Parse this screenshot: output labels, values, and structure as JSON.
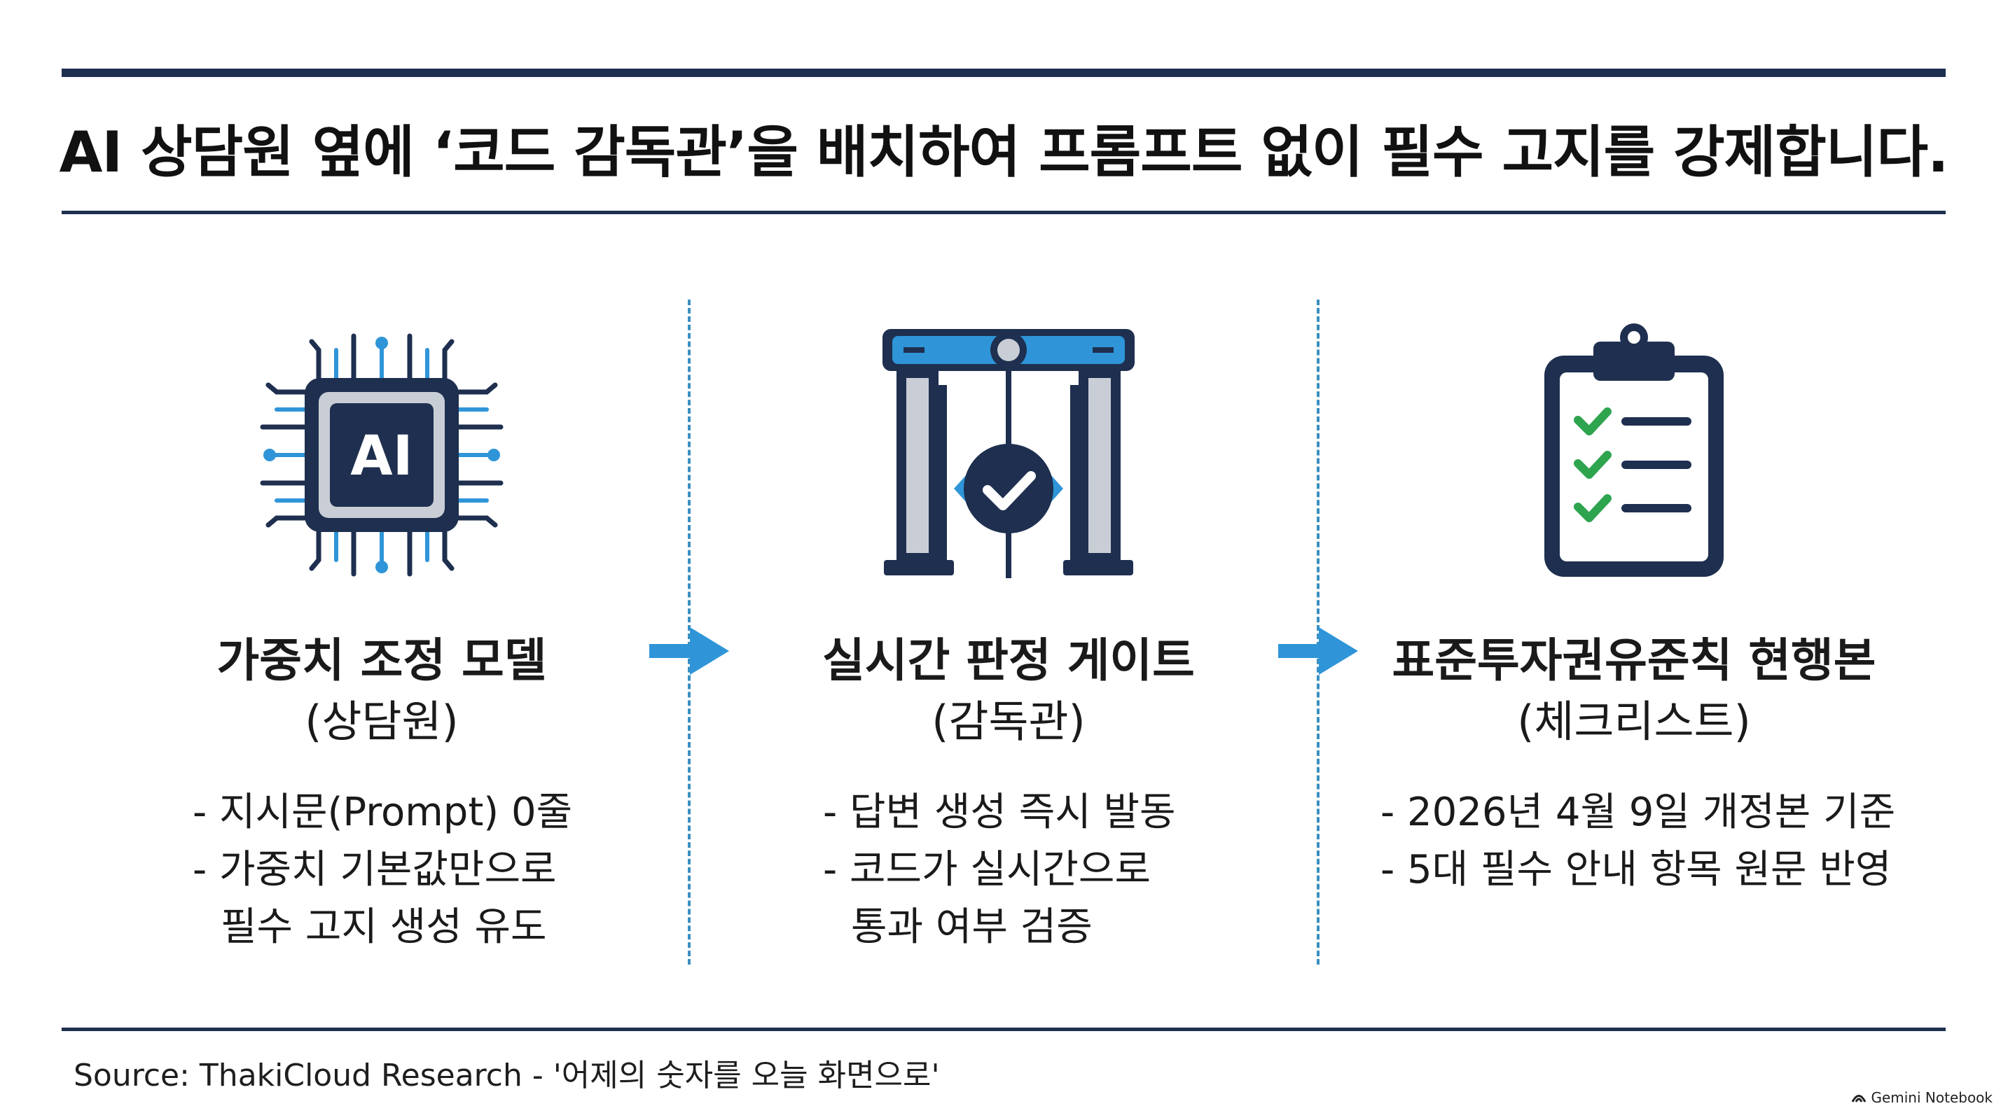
{
  "title": "AI 상담원 옆에 ‘코드 감독관’을 배치하여 프롬프트 없이 필수 고지를 강제합니다.",
  "columns": [
    {
      "title": "가중치 조정 모델",
      "subtitle": "(상담원)",
      "icon": "ai-chip-icon",
      "icon_text": "AI",
      "bullets": [
        "- 지시문(Prompt) 0줄",
        "- 가중치 기본값만으로",
        "필수 고지 생성 유도"
      ]
    },
    {
      "title": "실시간 판정 게이트",
      "subtitle": "(감독관)",
      "icon": "checkpoint-gate-icon",
      "bullets": [
        "- 답변 생성 즉시 발동",
        "- 코드가 실시간으로",
        "통과 여부 검증"
      ]
    },
    {
      "title": "표준투자권유준칙 현행본",
      "subtitle": "(체크리스트)",
      "icon": "clipboard-checklist-icon",
      "bullets": [
        "- 2026년 4월 9일 개정본 기준",
        "- 5대 필수 안내 항목 원문 반영"
      ]
    }
  ],
  "source": "Source: ThakiCloud Research - '어제의 숫자를 오늘 화면으로'",
  "brand": "Gemini Notebook",
  "colors": {
    "navy": "#1e2f4f",
    "accent_blue": "#2f95d8",
    "check_green": "#2ea44f",
    "divider": "#3a8fc0"
  }
}
